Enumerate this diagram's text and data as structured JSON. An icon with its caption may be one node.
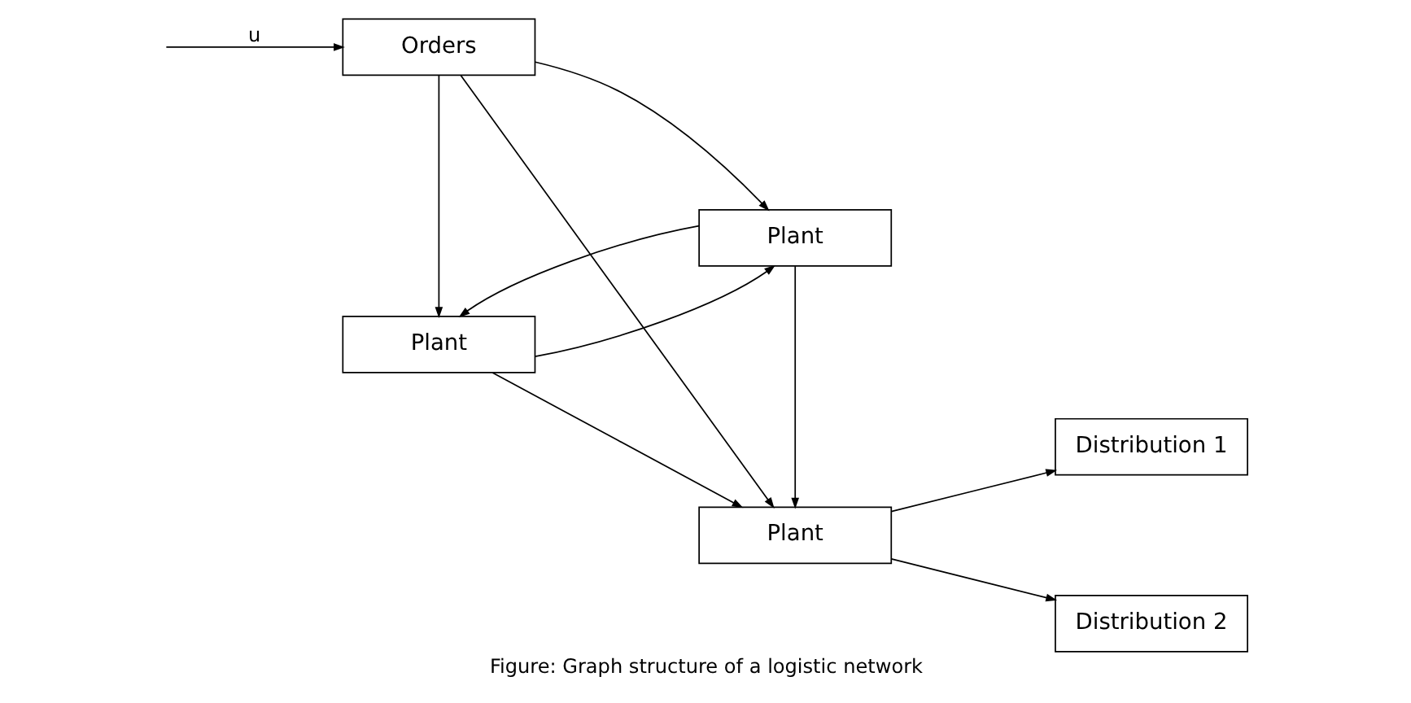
{
  "diagram": {
    "caption": "Figure: Graph structure of a logistic network",
    "nodes": [
      {
        "text": [
          "Plant"
        ]
      },
      {
        "text": [
          "Plant"
        ]
      },
      {
        "text": [
          "Distribution 1"
        ]
      },
      {
        "text": [
          "Orders"
        ]
      },
      {
        "text": [
          "Plant"
        ]
      },
      {
        "text": [
          "Distribution 2"
        ]
      }
    ],
    "edges": [
      {
        "from": 0,
        "to": 1,
        "arrow": "to"
      },
      {
        "from": 1,
        "to": 2,
        "arrow": "to"
      },
      {
        "from": 3,
        "to": 0,
        "arrow": "to"
      },
      {
        "from": 3,
        "to": 1,
        "arrow": "to"
      },
      {
        "from": 3,
        "to": 4,
        "arrow": "to"
      },
      {
        "from": 0,
        "to": 4,
        "arrow": "to"
      },
      {
        "from": 4,
        "to": 0,
        "arrow": "to"
      },
      {
        "from": 4,
        "to": 1,
        "arrow": "to"
      },
      {
        "from": 1,
        "to": 5,
        "arrow": "to"
      },
      {
        "from": null,
        "to": 3,
        "arrow": "to",
        "label": "u"
      }
    ]
  }
}
